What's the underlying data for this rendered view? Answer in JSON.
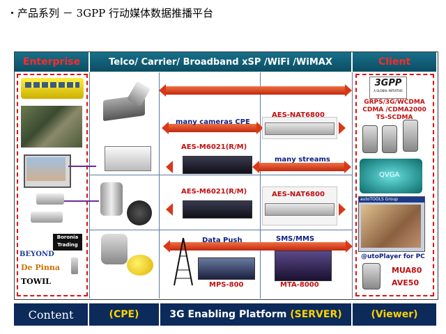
{
  "title": "・产品系列 － 3GPP 行动媒体数据推播平台",
  "header": {
    "enterprise": "Enterprise",
    "middle": "Telco/ Carrier/ Broadband xSP /WiFi /WiMAX",
    "client": "Client"
  },
  "labels": {
    "many_cameras": "many cameras CPE",
    "aes_nat_1": "AES-NAT6800",
    "aes_m6021_1": "AES-M6021(R/M)",
    "many_streams": "many streams",
    "aes_m6021_2": "AES-M6021(R/M)",
    "aes_nat_2": "AES-NAT6800",
    "data_push": "Data Push",
    "sms_mms": "SMS/MMS",
    "mps": "MPS-800",
    "mta": "MTA-8000"
  },
  "client_labels": {
    "tech": "GRPS/3G/WCDMA\nCDMA /CDMA2000\nTS-SCDMA",
    "qvga": "QVGA",
    "player_title": "autoTOOLS Group",
    "player": "@utoPlayer for PC",
    "mua": "MUA80",
    "ave": "AVE50",
    "logo_3g": "3GPP",
    "logo_3g_sub": "A GLOBAL INITIATIVE"
  },
  "logos": {
    "boronia_1": "Boronia",
    "boronia_2": "Trading",
    "beyond": "BEYOND",
    "depinna": "De Pinna",
    "towil": "TOWIL"
  },
  "footer": {
    "content": "Content",
    "cpe": "(CPE)",
    "platform_a": "3G Enabling Platform ",
    "platform_b": "(SERVER)",
    "viewer": "(Viewer)"
  },
  "colors": {
    "header_bg": "#0c4d63",
    "footer_bg": "#0c2a5a",
    "accent_red": "#e01010",
    "arrow": "#d83818",
    "yellow": "#ffd200"
  }
}
